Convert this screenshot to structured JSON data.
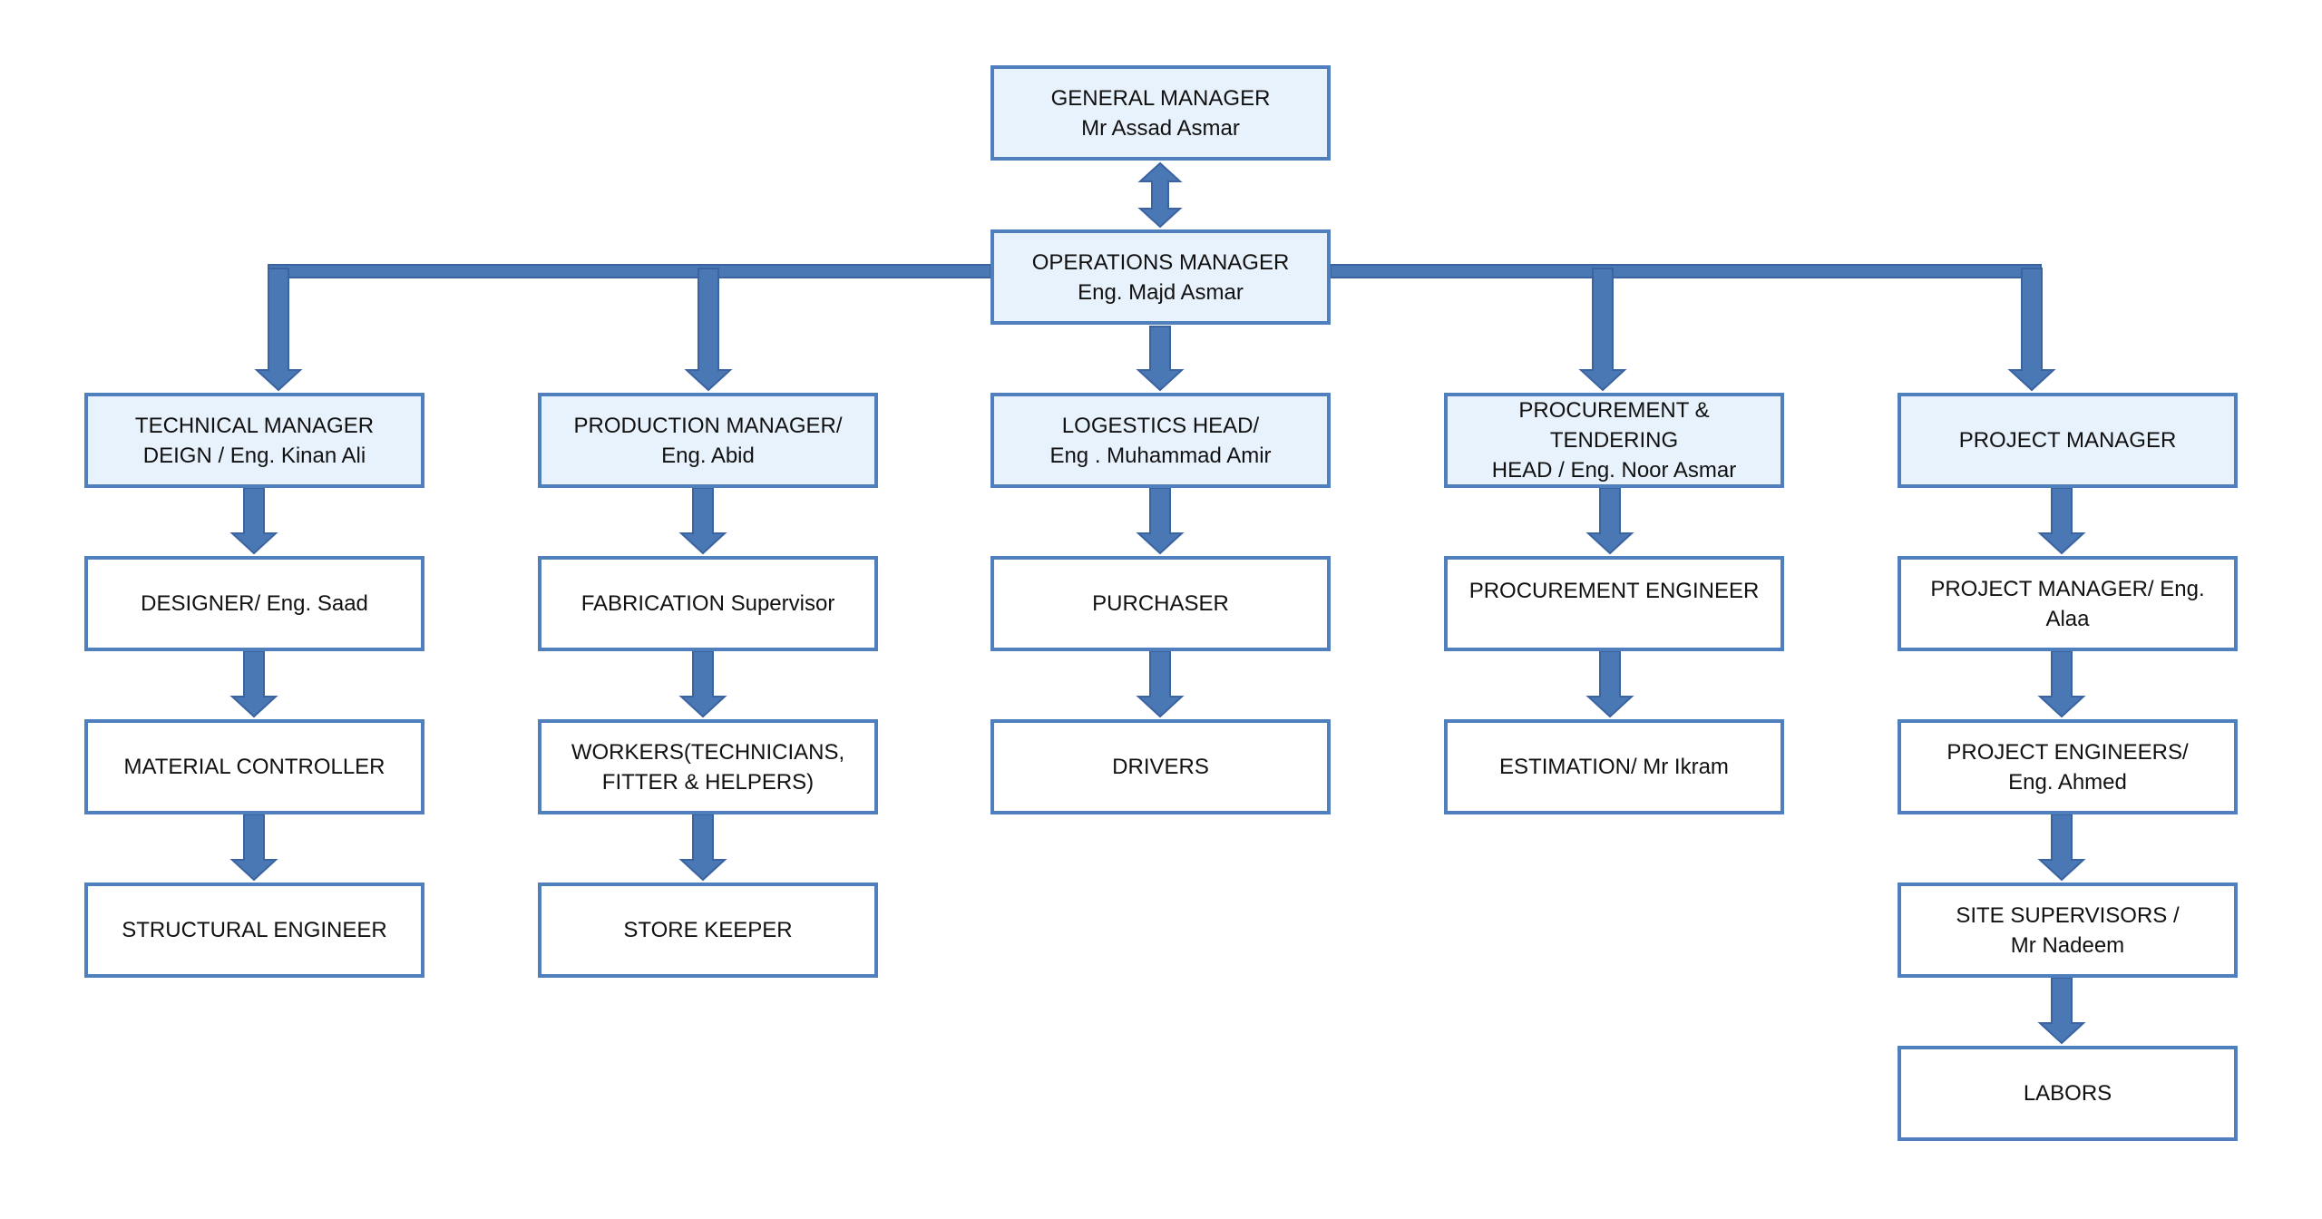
{
  "general_manager": {
    "title": "GENERAL MANAGER",
    "name": "Mr Assad Asmar"
  },
  "operations_manager": {
    "title": "OPERATIONS MANAGER",
    "name": "Eng. Majd Asmar"
  },
  "columns": [
    {
      "head": {
        "line1": "TECHNICAL MANAGER",
        "line2": "DEIGN / Eng. Kinan Ali"
      },
      "items": [
        {
          "line1": "DESIGNER/ Eng. Saad",
          "line2": ""
        },
        {
          "line1": "MATERIAL CONTROLLER",
          "line2": ""
        },
        {
          "line1": "STRUCTURAL ENGINEER",
          "line2": ""
        }
      ]
    },
    {
      "head": {
        "line1": "PRODUCTION MANAGER/",
        "line2": "Eng. Abid"
      },
      "items": [
        {
          "line1": "FABRICATION Supervisor",
          "line2": ""
        },
        {
          "line1": "WORKERS(TECHNICIANS,",
          "line2": "FITTER & HELPERS)"
        },
        {
          "line1": "STORE KEEPER",
          "line2": ""
        }
      ]
    },
    {
      "head": {
        "line1": "LOGESTICS HEAD/",
        "line2": "Eng . Muhammad Amir"
      },
      "items": [
        {
          "line1": "PURCHASER",
          "line2": ""
        },
        {
          "line1": "DRIVERS",
          "line2": ""
        }
      ]
    },
    {
      "head": {
        "line1": "PROCUREMENT & TENDERING",
        "line2": "HEAD / Eng. Noor Asmar"
      },
      "items": [
        {
          "line1": "PROCUREMENT ENGINEER",
          "line2": ""
        },
        {
          "line1": "ESTIMATION/ Mr Ikram",
          "line2": ""
        }
      ]
    },
    {
      "head": {
        "line1": "PROJECT MANAGER",
        "line2": ""
      },
      "items": [
        {
          "line1": "PROJECT MANAGER/ Eng.",
          "line2": "Alaa"
        },
        {
          "line1": "PROJECT ENGINEERS/",
          "line2": "Eng. Ahmed"
        },
        {
          "line1": "SITE SUPERVISORS /",
          "line2": "Mr Nadeem"
        },
        {
          "line1": "LABORS",
          "line2": ""
        }
      ]
    }
  ],
  "colors": {
    "border": "#4f7fbd",
    "head_fill": "#e8f2fc",
    "arrow": "#4a78b5"
  }
}
